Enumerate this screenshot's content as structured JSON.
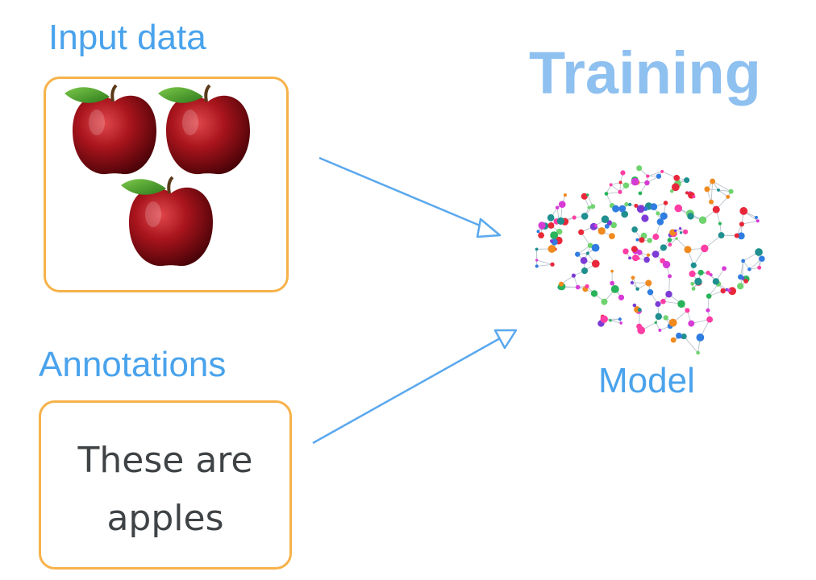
{
  "labels": {
    "input_data": "Input data",
    "annotations": "Annotations",
    "training": "Training",
    "model": "Model"
  },
  "annotation_text_line1": "These are",
  "annotation_text_line2": "apples",
  "colors": {
    "label_blue": "#4aa3ec",
    "title_blue": "#8ec0f0",
    "box_orange": "#f6b24a",
    "arrow_blue": "#5aa8ee",
    "apple_red": "#a8141c",
    "leaf_green": "#3e9b2a"
  },
  "icons": {
    "apples": "apple-icon",
    "brain": "neural-network-brain-icon"
  }
}
